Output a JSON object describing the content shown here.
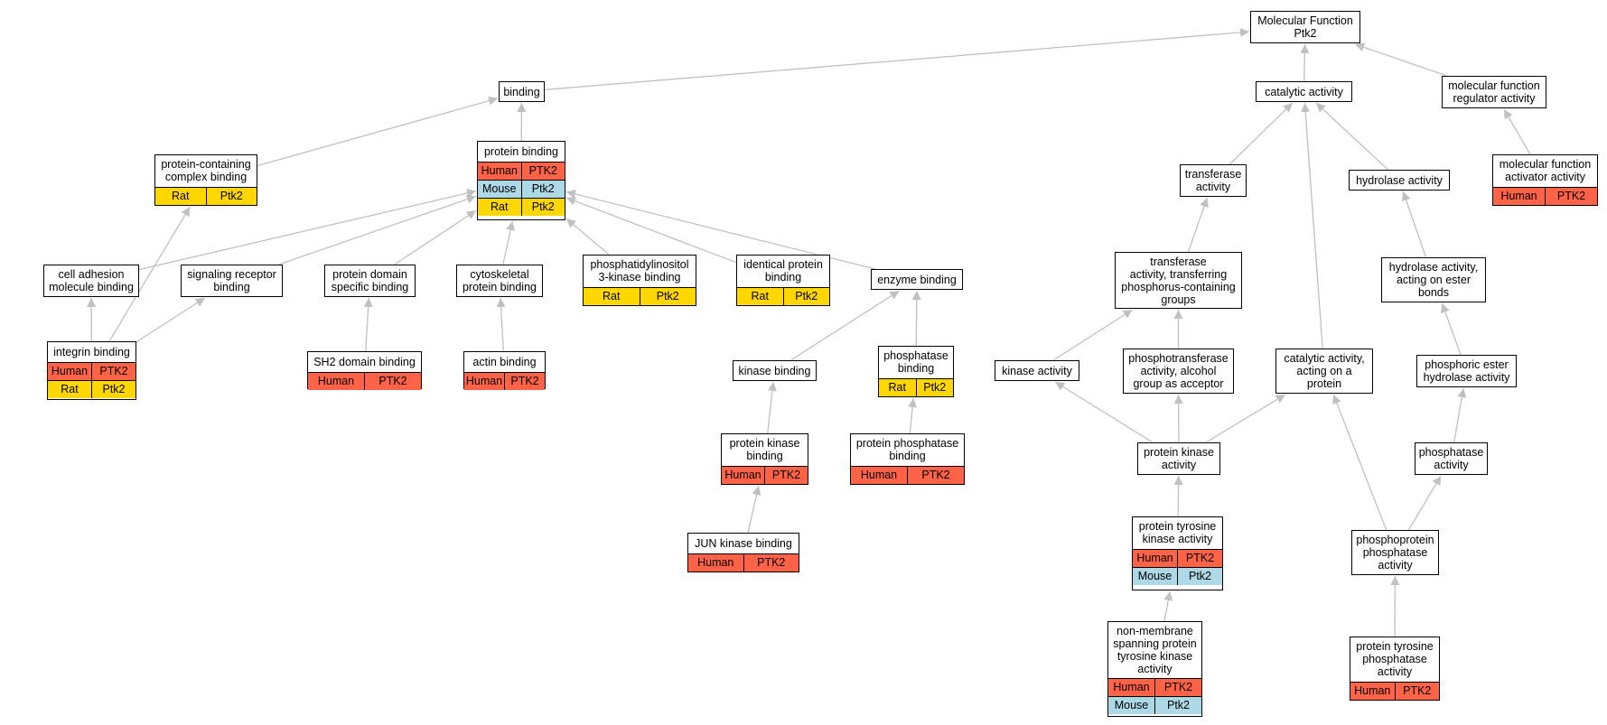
{
  "colors": {
    "Human": "#ff6347",
    "Mouse": "#add8e6",
    "Rat": "#ffd700",
    "edge": "#c0c0c0"
  },
  "nodes": {
    "mf": {
      "label": "Molecular Function\nPtk2",
      "annotations": []
    },
    "bind": {
      "label": "binding",
      "annotations": []
    },
    "cat": {
      "label": "catalytic activity",
      "annotations": []
    },
    "mfr": {
      "label": "molecular function\nregulator activity",
      "annotations": []
    },
    "pb": {
      "label": "protein binding",
      "annotations": [
        {
          "species": "Human",
          "gene": "PTK2"
        },
        {
          "species": "Mouse",
          "gene": "Ptk2"
        },
        {
          "species": "Rat",
          "gene": "Ptk2"
        }
      ]
    },
    "pccb": {
      "label": "protein-containing\ncomplex binding",
      "annotations": [
        {
          "species": "Rat",
          "gene": "Ptk2"
        }
      ]
    },
    "tra": {
      "label": "transferase\nactivity",
      "annotations": []
    },
    "hyd": {
      "label": "hydrolase activity",
      "annotations": []
    },
    "mfa": {
      "label": "molecular function\nactivator activity",
      "annotations": [
        {
          "species": "Human",
          "gene": "PTK2"
        }
      ]
    },
    "cam": {
      "label": "cell adhesion\nmolecule binding",
      "annotations": []
    },
    "srb": {
      "label": "signaling receptor\nbinding",
      "annotations": []
    },
    "pdsb": {
      "label": "protein domain\nspecific binding",
      "annotations": []
    },
    "cpb": {
      "label": "cytoskeletal\nprotein binding",
      "annotations": []
    },
    "pi3": {
      "label": "phosphatidylinositol\n3-kinase binding",
      "annotations": [
        {
          "species": "Rat",
          "gene": "Ptk2"
        }
      ]
    },
    "ipb": {
      "label": "identical protein\nbinding",
      "annotations": [
        {
          "species": "Rat",
          "gene": "Ptk2"
        }
      ]
    },
    "enz": {
      "label": "enzyme binding",
      "annotations": []
    },
    "tpc": {
      "label": "transferase\nactivity, transferring\nphosphorus-containing\ngroups",
      "annotations": []
    },
    "hae": {
      "label": "hydrolase activity,\nacting on ester\nbonds",
      "annotations": []
    },
    "intb": {
      "label": "integrin binding",
      "annotations": [
        {
          "species": "Human",
          "gene": "PTK2"
        },
        {
          "species": "Rat",
          "gene": "Ptk2"
        }
      ]
    },
    "sh2": {
      "label": "SH2 domain binding",
      "annotations": [
        {
          "species": "Human",
          "gene": "PTK2"
        }
      ]
    },
    "actb": {
      "label": "actin binding",
      "annotations": [
        {
          "species": "Human",
          "gene": "PTK2"
        }
      ]
    },
    "kinb": {
      "label": "kinase binding",
      "annotations": []
    },
    "phb": {
      "label": "phosphatase\nbinding",
      "annotations": [
        {
          "species": "Rat",
          "gene": "Ptk2"
        }
      ]
    },
    "kina": {
      "label": "kinase activity",
      "annotations": []
    },
    "ptaa": {
      "label": "phosphotransferase\nactivity, alcohol\ngroup as acceptor",
      "annotations": []
    },
    "caop": {
      "label": "catalytic activity,\nacting on a\nprotein",
      "annotations": []
    },
    "peh": {
      "label": "phosphoric ester\nhydrolase activity",
      "annotations": []
    },
    "pkb": {
      "label": "protein kinase\nbinding",
      "annotations": [
        {
          "species": "Human",
          "gene": "PTK2"
        }
      ]
    },
    "ppb": {
      "label": "protein phosphatase\nbinding",
      "annotations": [
        {
          "species": "Human",
          "gene": "PTK2"
        }
      ]
    },
    "pka": {
      "label": "protein kinase\nactivity",
      "annotations": []
    },
    "pha": {
      "label": "phosphatase\nactivity",
      "annotations": []
    },
    "jun": {
      "label": "JUN kinase binding",
      "annotations": [
        {
          "species": "Human",
          "gene": "PTK2"
        }
      ]
    },
    "ptk": {
      "label": "protein tyrosine\nkinase activity",
      "annotations": [
        {
          "species": "Human",
          "gene": "PTK2"
        },
        {
          "species": "Mouse",
          "gene": "Ptk2"
        }
      ]
    },
    "ppp": {
      "label": "phosphoprotein\nphosphatase\nactivity",
      "annotations": []
    },
    "nmp": {
      "label": "non-membrane\nspanning protein\ntyrosine kinase\nactivity",
      "annotations": [
        {
          "species": "Human",
          "gene": "PTK2"
        },
        {
          "species": "Mouse",
          "gene": "Ptk2"
        }
      ]
    },
    "ptp": {
      "label": "protein tyrosine\nphosphatase\nactivity",
      "annotations": [
        {
          "species": "Human",
          "gene": "PTK2"
        }
      ]
    }
  }
}
